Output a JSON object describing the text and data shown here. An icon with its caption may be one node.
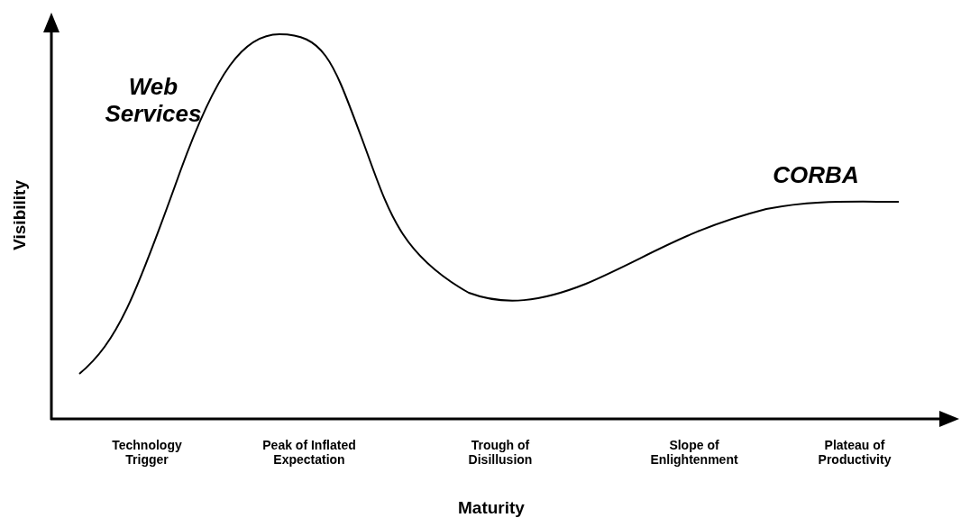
{
  "diagram": {
    "labels": [
      "Web Services",
      "CORBA",
      "Visibility",
      "Technology Trigger",
      "Peak of Inflated Expectation",
      "Trough of Disillusion",
      "Slope of Enlightenment",
      "Plateau of Productivity",
      "Maturity"
    ]
  }
}
